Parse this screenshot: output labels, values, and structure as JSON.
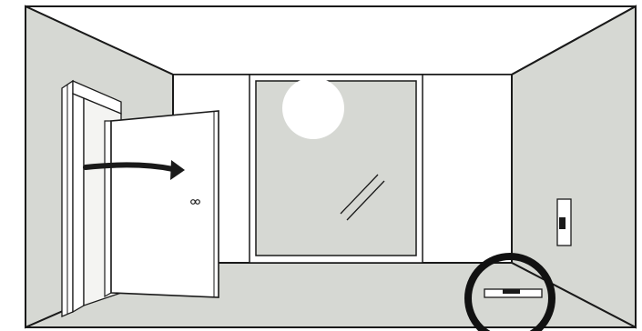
{
  "scene": {
    "subject": "room-interior",
    "elements": {
      "door": {
        "state": "open",
        "opening_direction": "right",
        "handle": true
      },
      "window": {
        "panes": 1,
        "glare_marks": 2
      },
      "sun": {
        "visible": true
      },
      "wall_sensor": {
        "location": "right-wall"
      },
      "floor_sensor": {
        "location": "floor",
        "highlighted": true
      }
    },
    "colors": {
      "wall_side": "#d6d8d3",
      "wall_back": "#ffffff",
      "floor": "#d6d8d3",
      "window_glass": "#d6d8d3",
      "window_frame": "#ffffff",
      "door": "#ffffff",
      "outline": "#1a1a1a",
      "highlight_ring": "#111111"
    }
  }
}
